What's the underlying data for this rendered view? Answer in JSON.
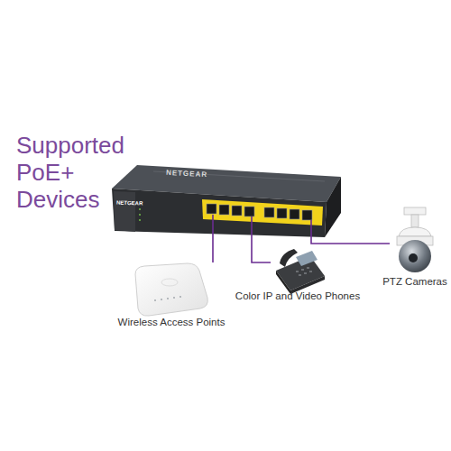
{
  "diagram": {
    "title": "Supported PoE+ Devices",
    "nodes": [
      {
        "text": [
          "NETGEAR"
        ]
      },
      {
        "text": [
          "Wireless Access Points"
        ]
      },
      {
        "text": [
          "Color IP and Video Phones"
        ]
      },
      {
        "text": [
          "PTZ Cameras"
        ]
      }
    ],
    "edges": [
      {
        "from": 0,
        "to": 1,
        "arrow": "none"
      },
      {
        "from": 0,
        "to": 2,
        "arrow": "none"
      },
      {
        "from": 0,
        "to": 3,
        "arrow": "none"
      }
    ],
    "labels": [
      "NETGEAR"
    ]
  }
}
